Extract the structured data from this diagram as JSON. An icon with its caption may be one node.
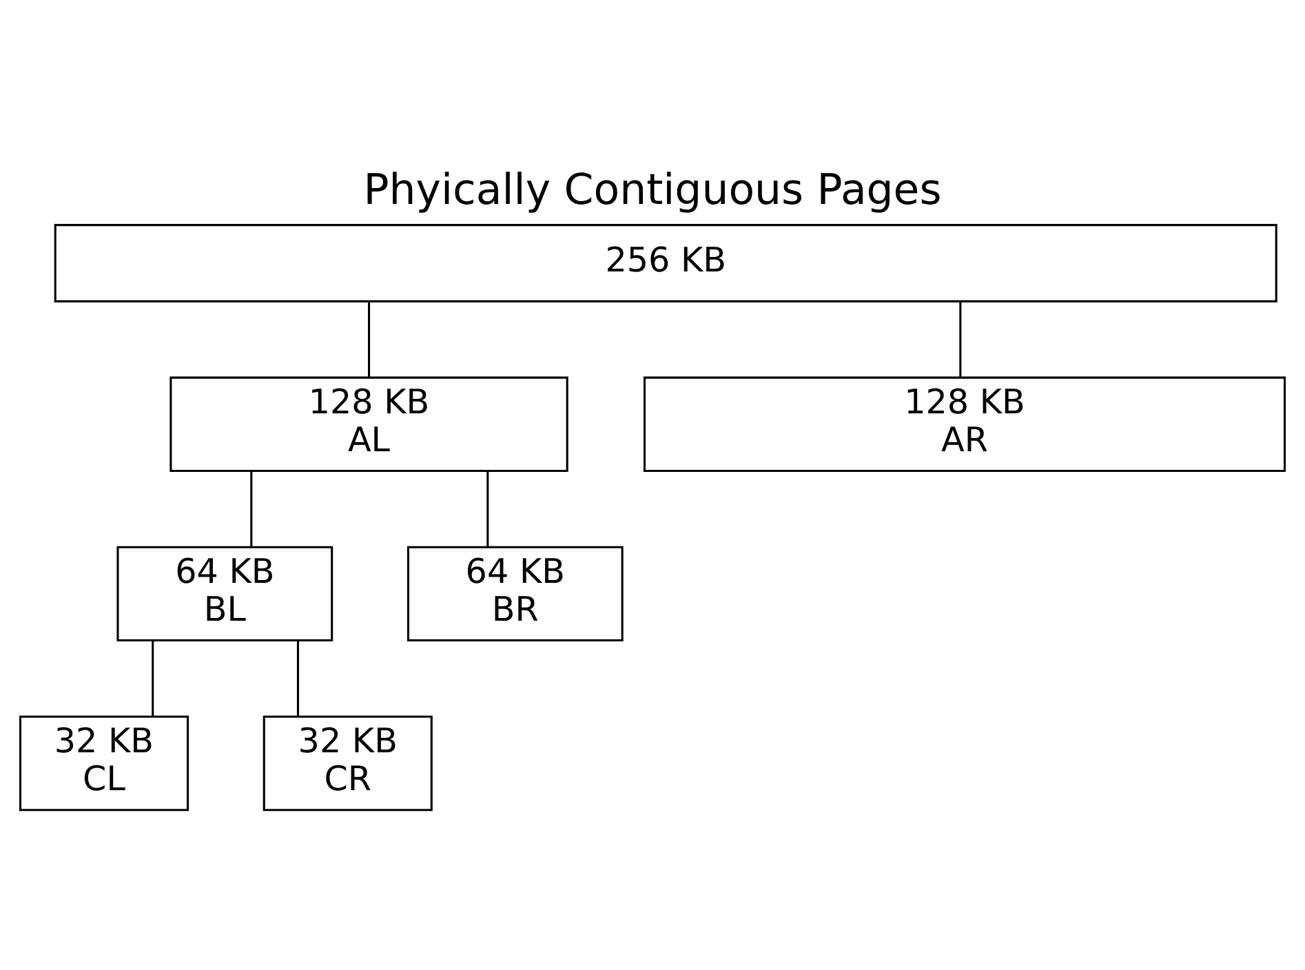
{
  "diagram": {
    "title": "Phyically Contiguous Pages",
    "nodes": [
      {
        "text": [
          "256 KB"
        ]
      },
      {
        "text": [
          "128 KB",
          "AL"
        ]
      },
      {
        "text": [
          "128 KB",
          "AR"
        ]
      },
      {
        "text": [
          "64 KB",
          "BL"
        ]
      },
      {
        "text": [
          "64 KB",
          "BR"
        ]
      },
      {
        "text": [
          "32 KB",
          "CL"
        ]
      },
      {
        "text": [
          "32 KB",
          "CR"
        ]
      }
    ],
    "edges": [
      {
        "from": 0,
        "to": 1,
        "arrow": "none"
      },
      {
        "from": 0,
        "to": 2,
        "arrow": "none"
      },
      {
        "from": 1,
        "to": 3,
        "arrow": "none"
      },
      {
        "from": 1,
        "to": 4,
        "arrow": "none"
      },
      {
        "from": 3,
        "to": 5,
        "arrow": "none"
      },
      {
        "from": 3,
        "to": 6,
        "arrow": "none"
      }
    ]
  }
}
